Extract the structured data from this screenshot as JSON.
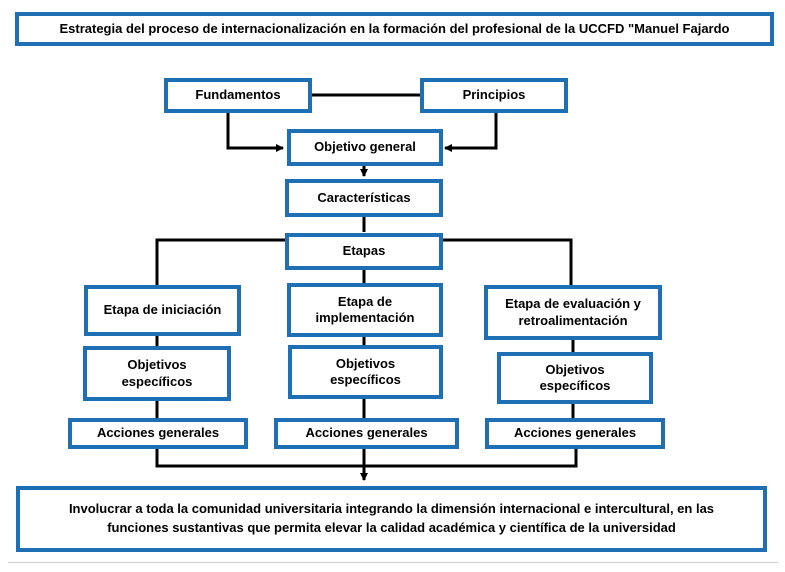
{
  "title": "Estrategia del proceso de internacionalización en la formación del profesional de la UCCFD \"Manuel Fajardo",
  "nodes": {
    "fundamentos": "Fundamentos",
    "principios": "Principios",
    "objetivo_general": "Objetivo general",
    "caracteristicas": "Características",
    "etapas": "Etapas",
    "etapa_iniciacion": "Etapa de iniciación",
    "etapa_implementacion": "Etapa de implementación",
    "etapa_evaluacion": "Etapa de evaluación y retroalimentación",
    "objetivos_especificos_1": "Objetivos específicos",
    "objetivos_especificos_2": "Objetivos específicos",
    "objetivos_especificos_3": "Objetivos específicos",
    "acciones_generales_1": "Acciones generales",
    "acciones_generales_2": "Acciones generales",
    "acciones_generales_3": "Acciones generales"
  },
  "footer": "Involucrar a toda la comunidad universitaria integrando la dimensión internacional e intercultural, en las funciones sustantivas que permita elevar la calidad académica y científica de la universidad",
  "colors": {
    "box_border": "#1f6fb5",
    "line": "#000000"
  }
}
